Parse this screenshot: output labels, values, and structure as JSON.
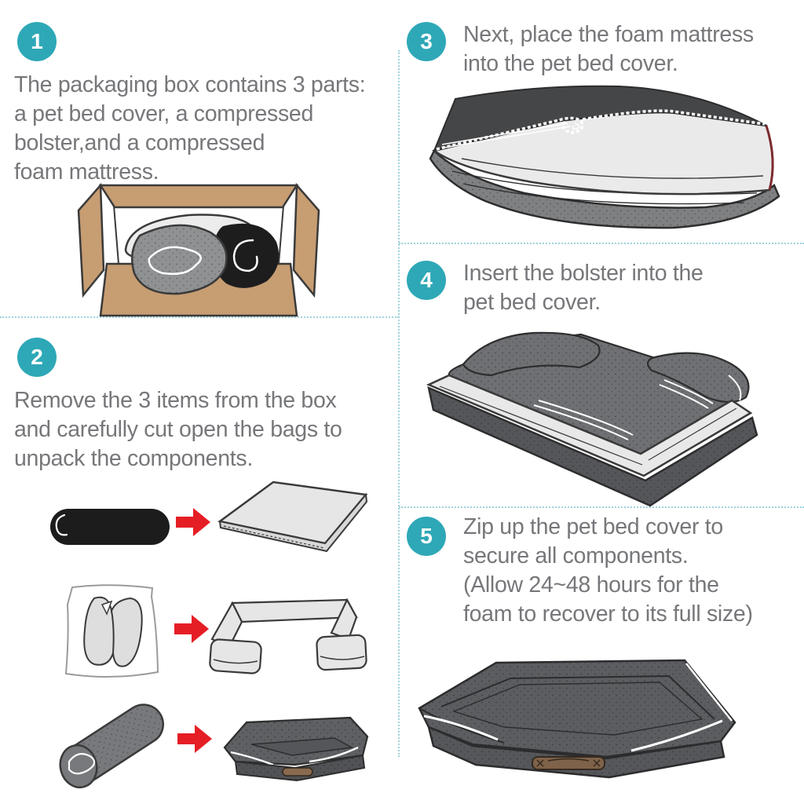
{
  "document_type": "pet-bed-assembly-instructions",
  "colors": {
    "step_badge_teal": "#2ea8b7",
    "body_text_gray": "#76777a",
    "divider_dotted_teal": "#9fd3db",
    "arrow_red": "#e51e25",
    "box_cardboard_brown": "#c79d72",
    "cover_dark_gray": "#454648",
    "foam_light_gray": "#e8e8e9",
    "bed_charcoal": "#5b5d60"
  },
  "steps": [
    {
      "number": "1",
      "text": "The packaging box contains 3 parts: a pet bed cover, a compressed bolster,and a compressed foam mattress.",
      "lines": [
        "The packaging box contains 3 parts:",
        "a pet bed cover, a compressed",
        "bolster,and a compressed",
        "foam mattress."
      ]
    },
    {
      "number": "2",
      "text": "Remove the 3 items from the box and carefully cut open the bags to unpack the components.",
      "lines": [
        "Remove the 3 items from the box",
        "and carefully cut open the bags to",
        "unpack the components."
      ]
    },
    {
      "number": "3",
      "text": "Next, place the foam mattress into the pet bed cover.",
      "lines": [
        "Next, place the foam mattress",
        "into the pet bed cover."
      ]
    },
    {
      "number": "4",
      "text": "Insert the bolster into the pet bed cover.",
      "lines": [
        "Insert the bolster into the",
        "pet bed cover."
      ]
    },
    {
      "number": "5",
      "text": "Zip up the pet bed cover to secure all components. (Allow 24~48 hours for the foam to recover to its full size)",
      "lines": [
        "Zip up the pet bed cover to",
        "secure all components.",
        "(Allow 24~48 hours for the",
        "foam to recover to its full size)"
      ]
    }
  ],
  "illustrations": [
    "packaging-box-with-three-parts",
    "compressed-bolster-roll-to-flat-mattress",
    "bagged-bolster-to-expanded-bolster",
    "rolled-cover-to-assembled-bed",
    "foam-mattress-into-cover",
    "bolster-into-cover",
    "finished-zipped-bed"
  ]
}
